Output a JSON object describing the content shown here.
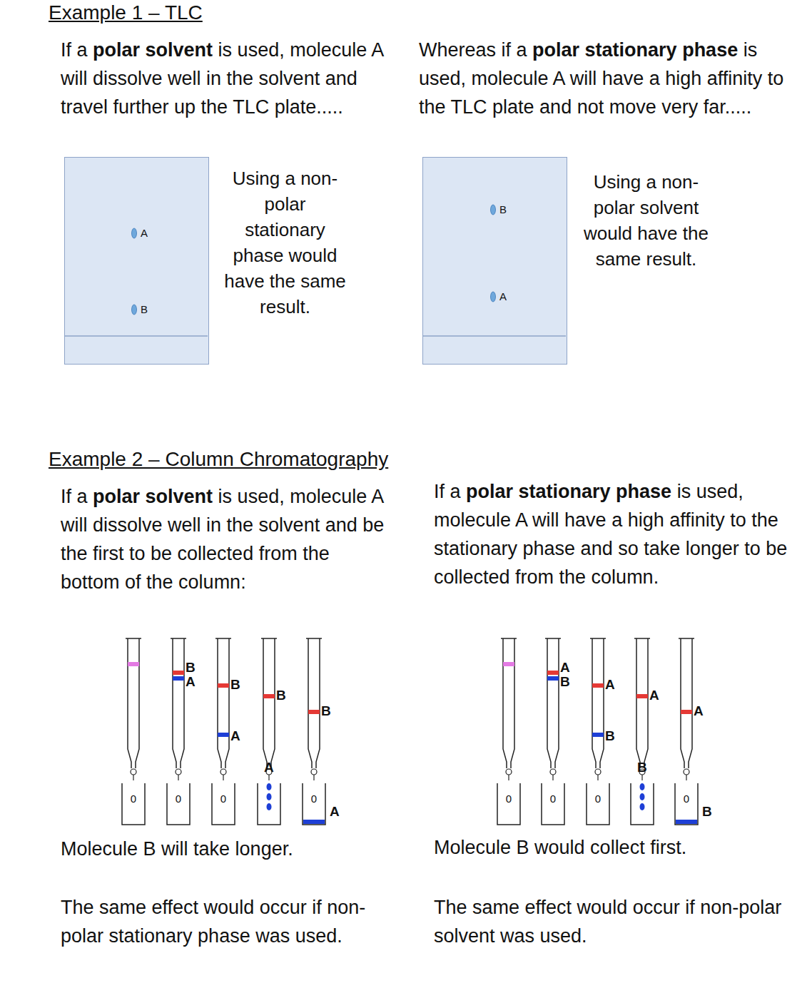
{
  "diagram": {
    "nodes": [
      {
        "text": [
          "A",
          "B"
        ]
      },
      {
        "text": [
          "B",
          "A"
        ]
      }
    ],
    "labels": [
      "Example 1 – TLC",
      "If a",
      "polar solvent",
      "is used, molecule A will dissolve well in the solvent and travel further up the TLC plate.....",
      "Whereas if a",
      "polar stationary phase",
      "is used, molecule A will have a high affinity to the TLC plate and not move very far.....",
      "Using a non-polar stationary phase would have the same result.",
      "Using a non-polar solvent would have the same result.",
      "Example 2 – Column Chromatography",
      "If a",
      "polar solvent",
      "is used, molecule A will dissolve well in the solvent and be the first to be collected from the bottom of the column:",
      "If a",
      "polar stationary phase",
      "is used, molecule A will have a high affinity to the stationary phase and so take longer to be collected from the column.",
      "B",
      "A",
      "B",
      "A",
      "B",
      "A",
      "B",
      "A",
      "0",
      "0",
      "0",
      "0",
      "A",
      "B",
      "A",
      "B",
      "A",
      "B",
      "A",
      "B",
      "0",
      "0",
      "0",
      "0",
      "Molecule B will take longer.",
      "Molecule B would collect first.",
      "The same effect would occur if non-polar stationary phase was used.",
      "The same effect would occur if non-polar solvent was used."
    ]
  }
}
